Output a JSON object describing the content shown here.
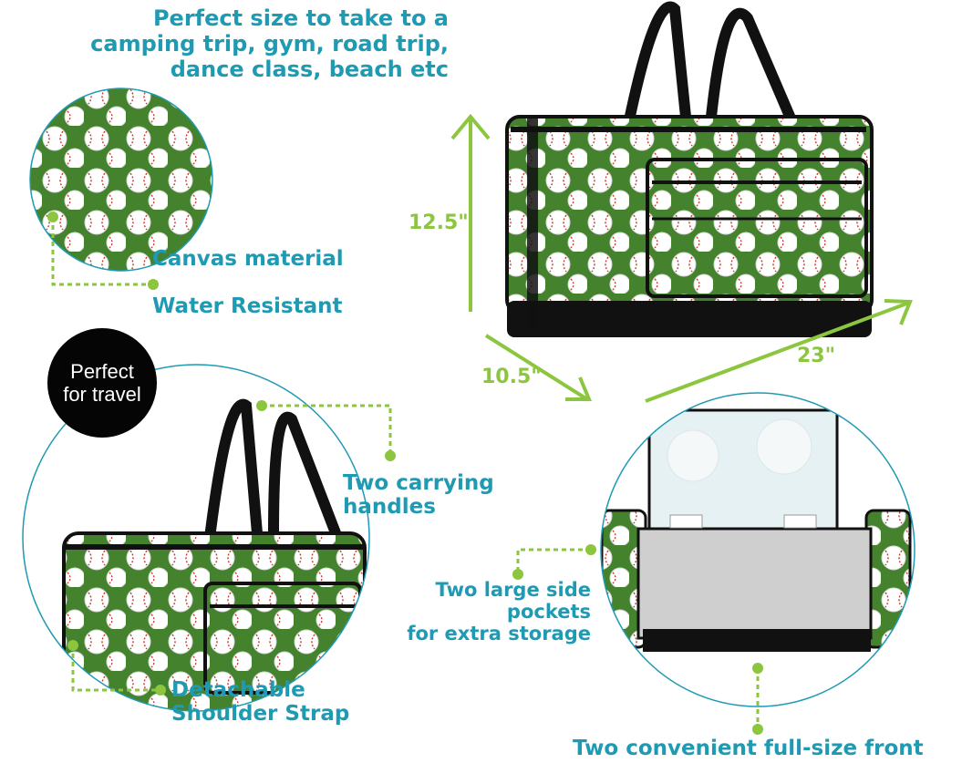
{
  "headline": "Perfect size to take to a\ncamping trip, gym, road trip,\ndance class, beach etc",
  "dimensions": {
    "height": "12.5\"",
    "depth": "10.5\"",
    "width": "23\""
  },
  "badge": "Perfect\nfor travel",
  "callouts": {
    "material": "Canvas material",
    "water": "Water Resistant",
    "handles": "Two carrying\nhandles",
    "pockets": "Two large side pockets\nfor extra storage",
    "strap": "Detachable\nShoulder Strap",
    "front": "Two convenient full-size front"
  },
  "colors": {
    "teal": "#1f9ab3",
    "lime": "#8cc63f",
    "bag_green": "#3f7a2a",
    "strap_black": "#111111"
  },
  "icons": [
    "baseball-print",
    "duffel-bag",
    "zipper"
  ]
}
